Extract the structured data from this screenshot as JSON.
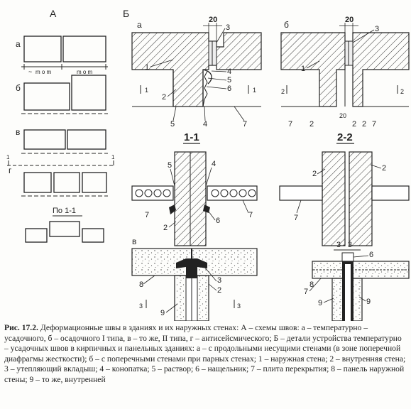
{
  "panels": {
    "A": "А",
    "B": "Б"
  },
  "schemes": {
    "a": "а",
    "b": "б",
    "v": "в",
    "g": "г",
    "mark_1_1": "1",
    "dim_left": "~",
    "dim_mid": "m o m",
    "dim_right": "m o m",
    "section_title": "По 1-1"
  },
  "details": {
    "a": "а",
    "b": "б",
    "v": "в",
    "section_1_1": "1-1",
    "section_2_2": "2-2",
    "section_3_3": "3 - 3",
    "dim_20": "20",
    "callouts": {
      "n1": "1",
      "n2": "2",
      "n3": "3",
      "n4": "4",
      "n5": "5",
      "n6": "6",
      "n7": "7",
      "n8": "8",
      "n9": "9"
    }
  },
  "caption": {
    "number": "Рис. 17.2.",
    "text": "Деформационные швы в зданиях и их наружных стенах: А – схемы швов: а – температурно – усадочного, б – осадочного I типа, в – то же, II типа, г – антисейсмического; Б – детали устройства температурно – усадочных швов в кирпичных и панельных зданиях: а – с продольными несущими стенами (в зоне поперечной диафрагмы жесткости); б – с поперечными стенами при парных стенах; 1 – наружная стена; 2 – внутренняя стена; 3 – утепляющий вкладыш; 4 – конопатка; 5 – раствор; 6 – нащельник; 7 – плита перекрытия; 8 – панель наружной стены; 9 – то же, внутренней"
  }
}
